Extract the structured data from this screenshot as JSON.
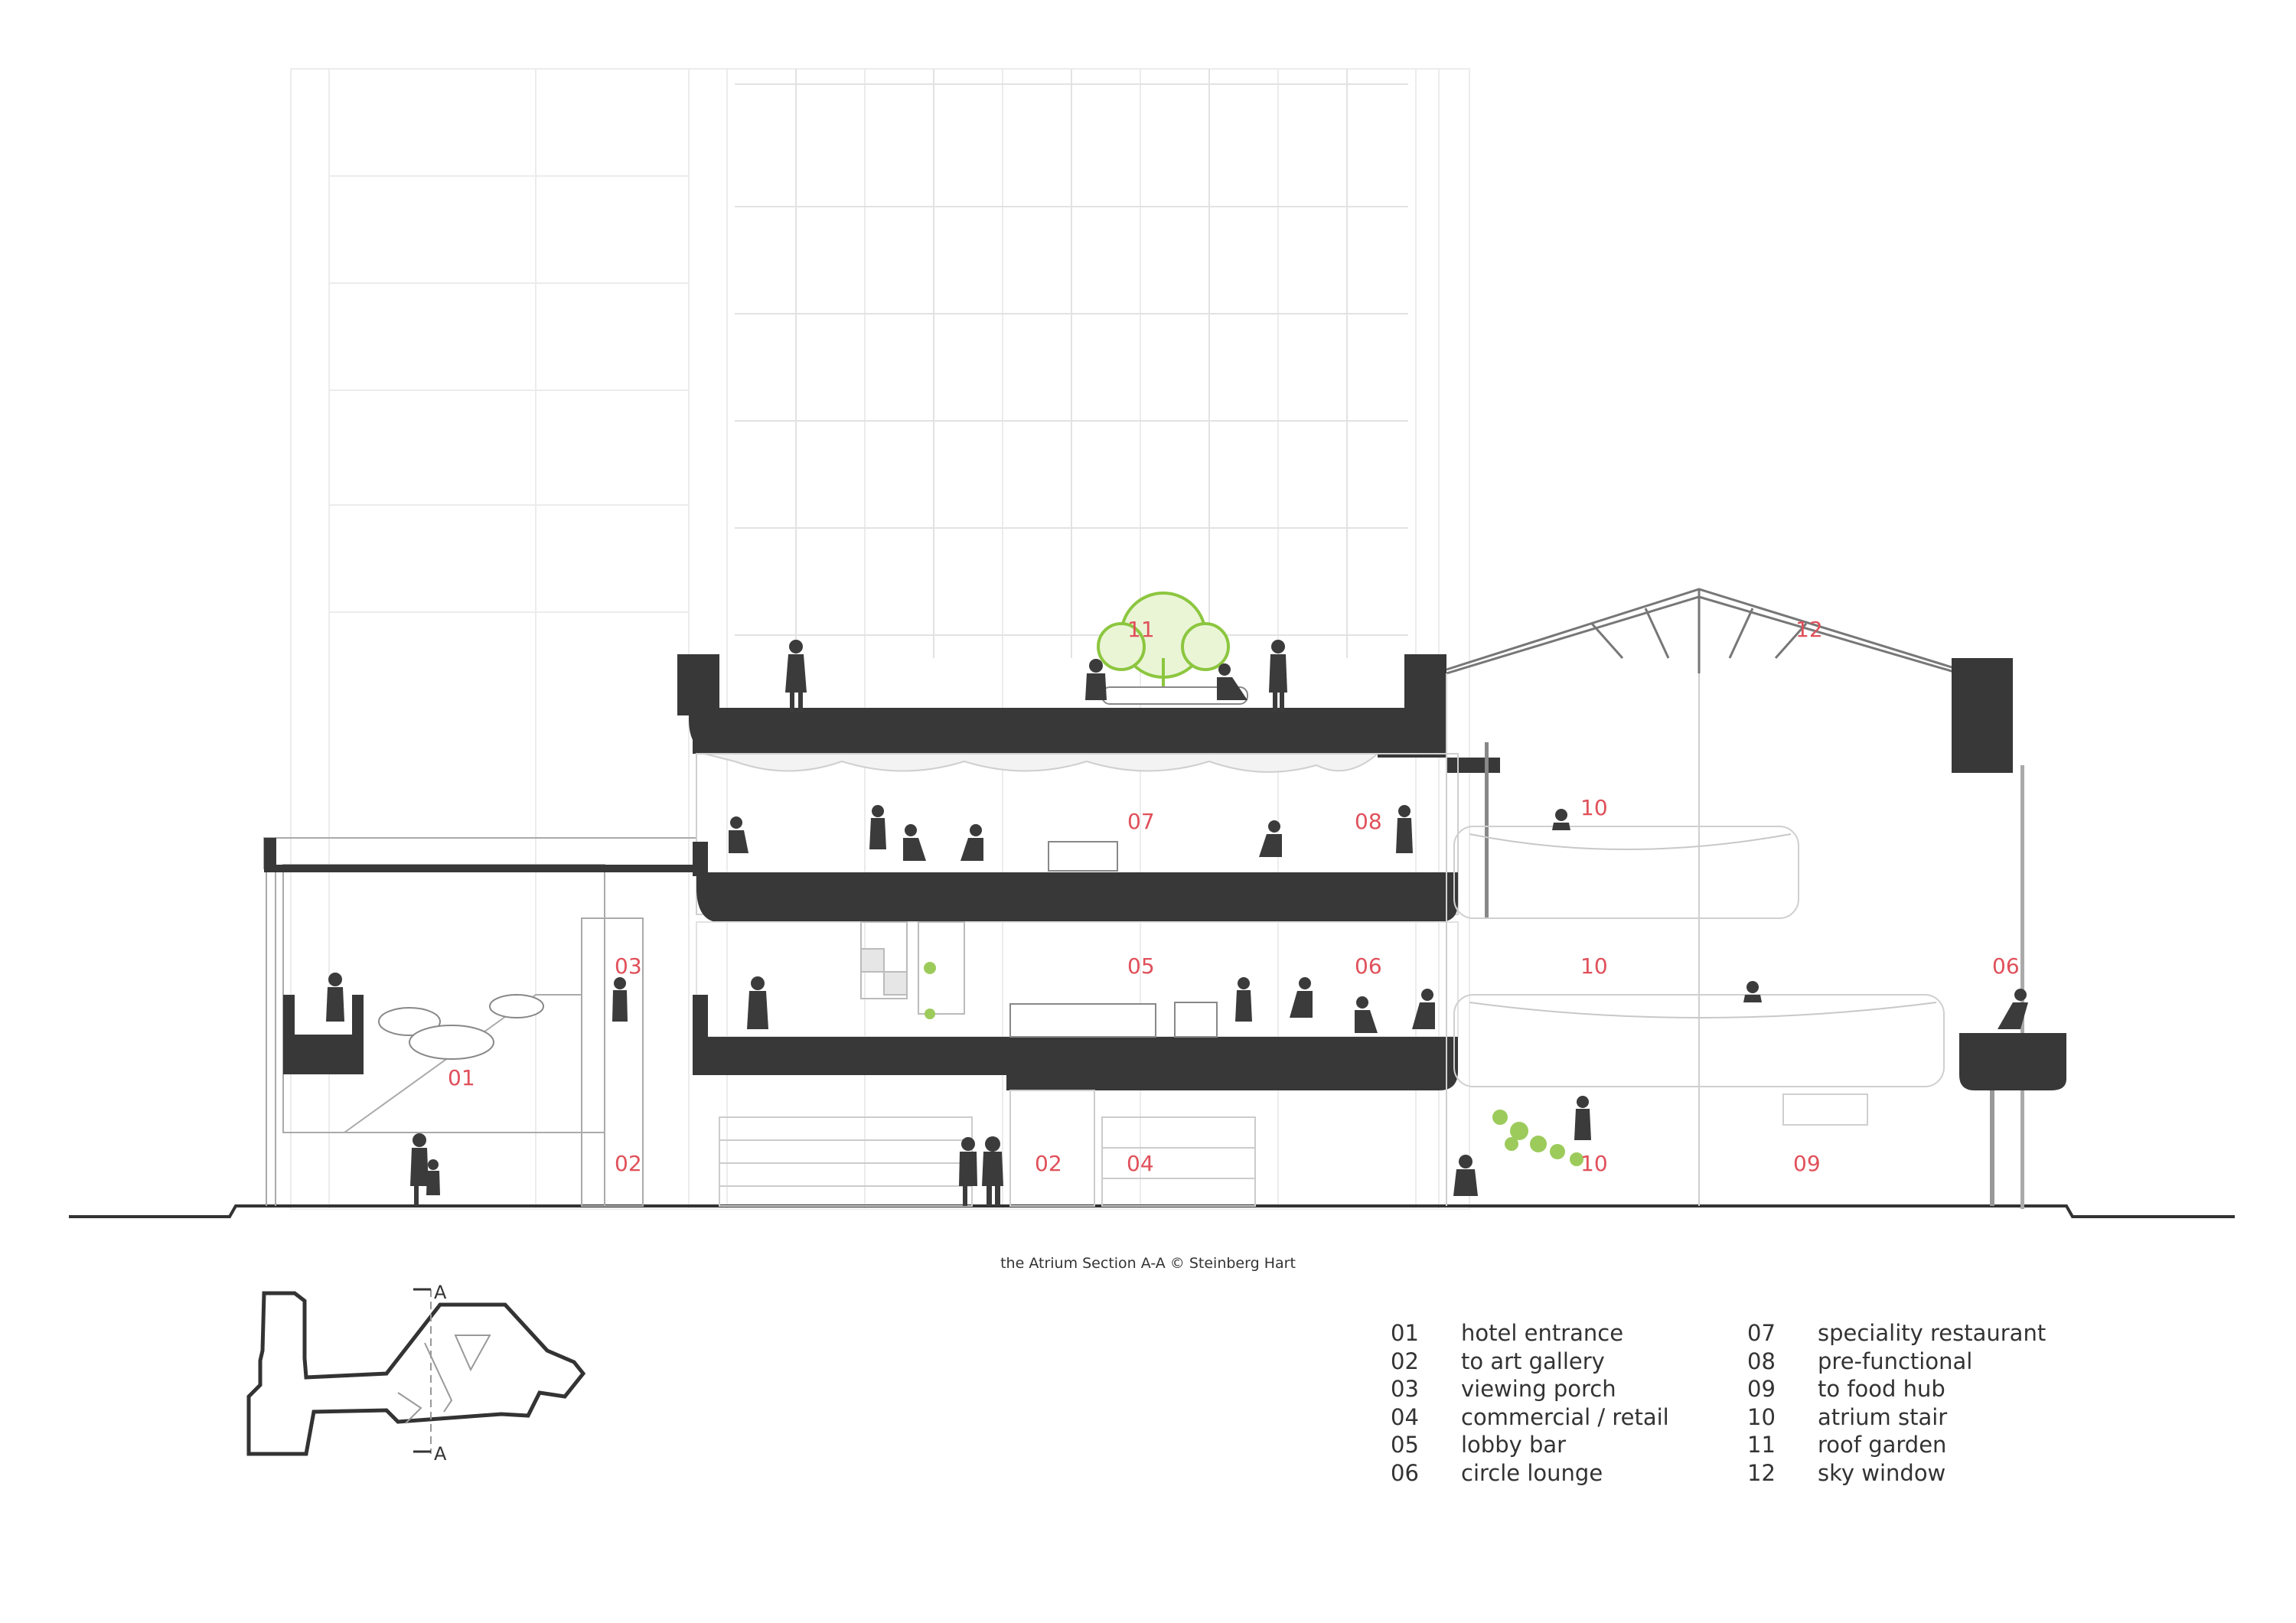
{
  "caption": "the Atrium Section A-A © Steinberg Hart",
  "zone_labels": {
    "z01": "01",
    "z02a": "02",
    "z02b": "02",
    "z03": "03",
    "z04": "04",
    "z05": "05",
    "z06a": "06",
    "z06b": "06",
    "z07": "07",
    "z08": "08",
    "z09": "09",
    "z10a": "10",
    "z10b": "10",
    "z10c": "10",
    "z11": "11",
    "z12": "12"
  },
  "key_plan": {
    "section_mark_top": "A",
    "section_mark_bottom": "A"
  },
  "legend": [
    {
      "num": "01",
      "text": "hotel entrance"
    },
    {
      "num": "02",
      "text": "to art gallery"
    },
    {
      "num": "03",
      "text": "viewing porch"
    },
    {
      "num": "04",
      "text": "commercial / retail"
    },
    {
      "num": "05",
      "text": "lobby bar"
    },
    {
      "num": "06",
      "text": "circle lounge"
    },
    {
      "num": "07",
      "text": "speciality restaurant"
    },
    {
      "num": "08",
      "text": "pre-functional"
    },
    {
      "num": "09",
      "text": "to food hub"
    },
    {
      "num": "10",
      "text": "atrium stair"
    },
    {
      "num": "11",
      "text": "roof garden"
    },
    {
      "num": "12",
      "text": "sky window"
    }
  ],
  "colors": {
    "label_red": "#e0505a",
    "slab_dark": "#383838",
    "tree_green": "#8cc63f"
  }
}
